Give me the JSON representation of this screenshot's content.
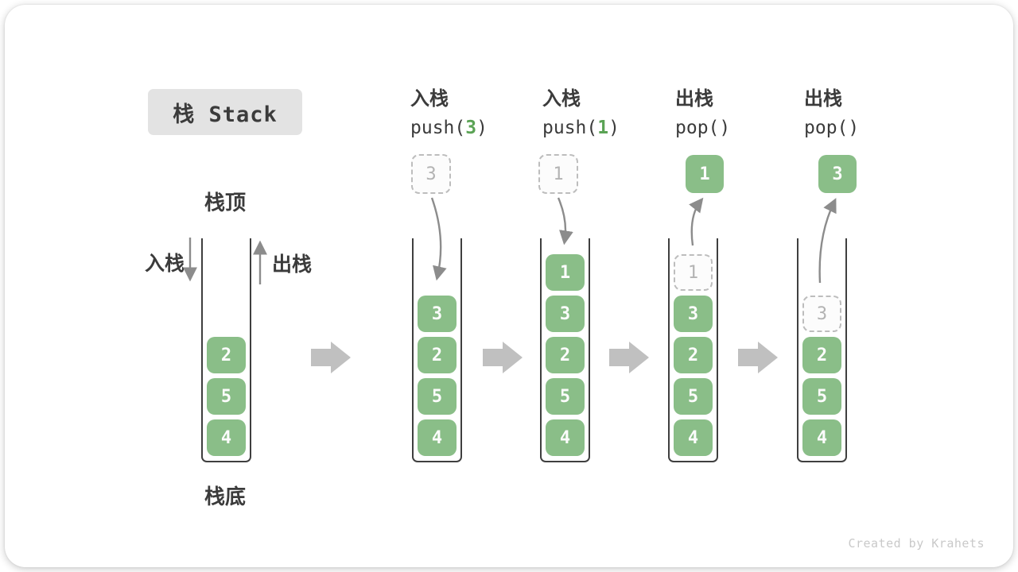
{
  "title": {
    "label": "栈 Stack"
  },
  "annotations": {
    "stack_top": "栈顶",
    "stack_bottom": "栈底",
    "push_side": "入栈",
    "pop_side": "出栈"
  },
  "operations": [
    {
      "name": "入栈",
      "code_pre": "push(",
      "code_arg": "3",
      "code_post": ")"
    },
    {
      "name": "入栈",
      "code_pre": "push(",
      "code_arg": "1",
      "code_post": ")"
    },
    {
      "name": "出栈",
      "code_pre": "pop(",
      "code_arg": "",
      "code_post": ")"
    },
    {
      "name": "出栈",
      "code_pre": "pop(",
      "code_arg": "",
      "code_post": ")"
    }
  ],
  "stacks": [
    {
      "blocks": [
        "2",
        "5",
        "4"
      ]
    },
    {
      "incoming": "3",
      "blocks": [
        "3",
        "2",
        "5",
        "4"
      ]
    },
    {
      "incoming": "1",
      "blocks": [
        "1",
        "3",
        "2",
        "5",
        "4"
      ]
    },
    {
      "outgoing": "1",
      "ghost": "1",
      "blocks": [
        "3",
        "2",
        "5",
        "4"
      ]
    },
    {
      "outgoing": "3",
      "ghost": "3",
      "blocks": [
        "2",
        "5",
        "4"
      ]
    }
  ],
  "colors": {
    "block_green": "#8abe88",
    "code_arg_green": "#5ba355",
    "flow_arrow_gray": "#c0c0c0",
    "line_arrow_gray": "#8c8c8c",
    "title_badge_bg": "#e3e3e3",
    "text_dark": "#3b3b3b",
    "ghost_gray": "#b3b3b3"
  },
  "watermark": "Created by Krahets"
}
